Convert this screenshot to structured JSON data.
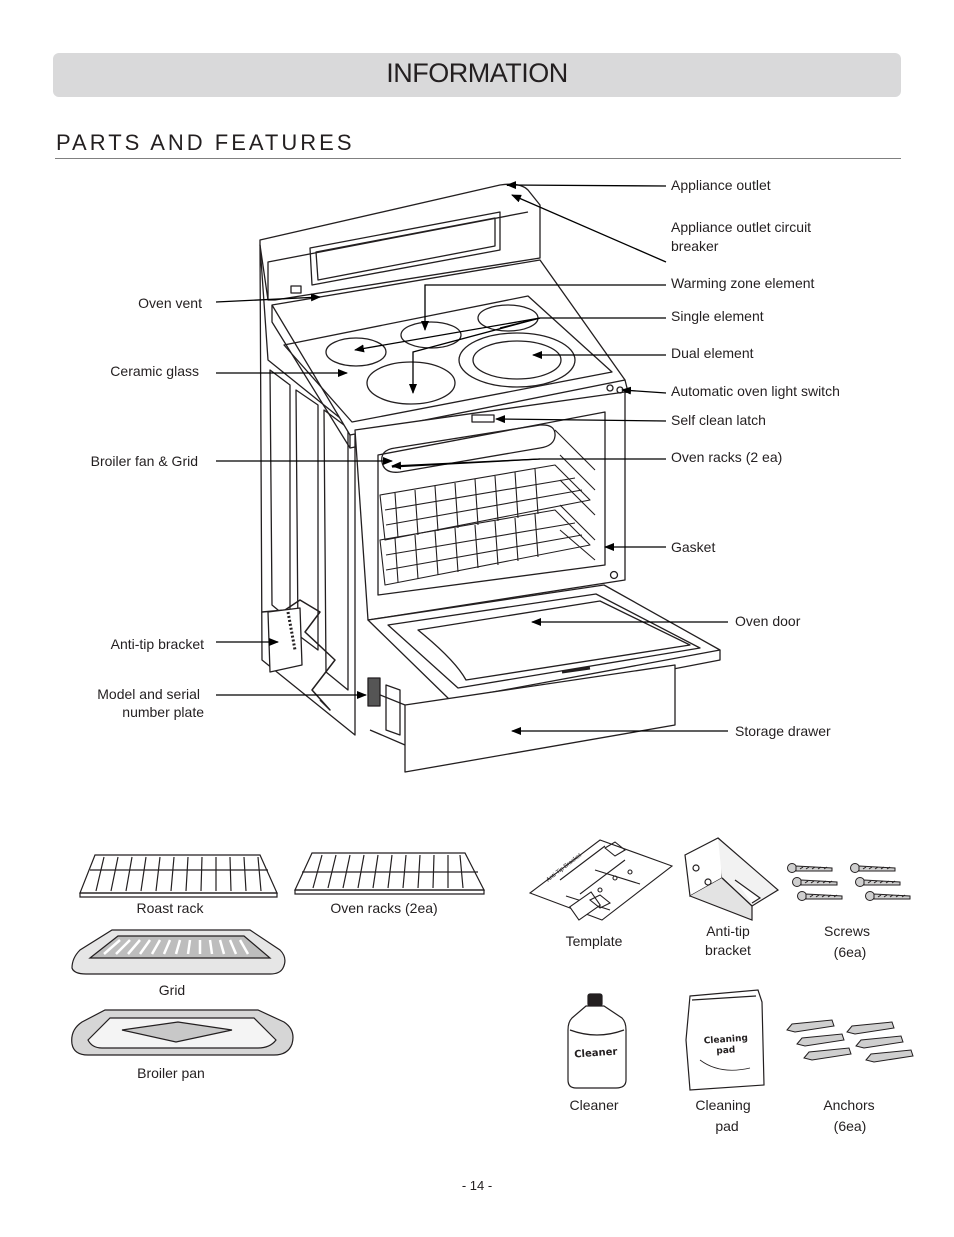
{
  "header": {
    "title": "INFORMATION"
  },
  "section": {
    "title": "PARTS AND FEATURES"
  },
  "callouts": {
    "appliance_outlet": "Appliance outlet",
    "appliance_outlet_breaker": "Appliance outlet circuit breaker",
    "warming_zone": "Warming zone element",
    "single_element": "Single element",
    "dual_element": "Dual element",
    "auto_light_switch": "Automatic oven light switch",
    "self_clean_latch": "Self clean latch",
    "oven_racks": "Oven racks (2 ea)",
    "gasket": "Gasket",
    "oven_door": "Oven door",
    "storage_drawer": "Storage drawer",
    "oven_vent": "Oven vent",
    "ceramic_glass": "Ceramic glass",
    "broiler_fan": "Broiler fan & Grid",
    "anti_tip": "Anti-tip bracket",
    "model_plate_1": "Model and serial",
    "model_plate_2": "number plate"
  },
  "accessories": {
    "roast_rack": "Roast rack",
    "oven_racks": "Oven racks (2ea)",
    "grid": "Grid",
    "broiler_pan": "Broiler pan",
    "template": "Template",
    "template_print": "Anti-Tip Bracket",
    "anti_tip_1": "Anti-tip",
    "anti_tip_2": "bracket",
    "screws_1": "Screws",
    "screws_2": "(6ea)",
    "cleaner": "Cleaner",
    "cleaner_print": "Cleaner",
    "cleaning_pad_1": "Cleaning",
    "cleaning_pad_2": "pad",
    "pad_print_1": "Cleaning",
    "pad_print_2": "pad",
    "anchors_1": "Anchors",
    "anchors_2": "(6ea)"
  },
  "footer": {
    "page": "- 14 -"
  }
}
